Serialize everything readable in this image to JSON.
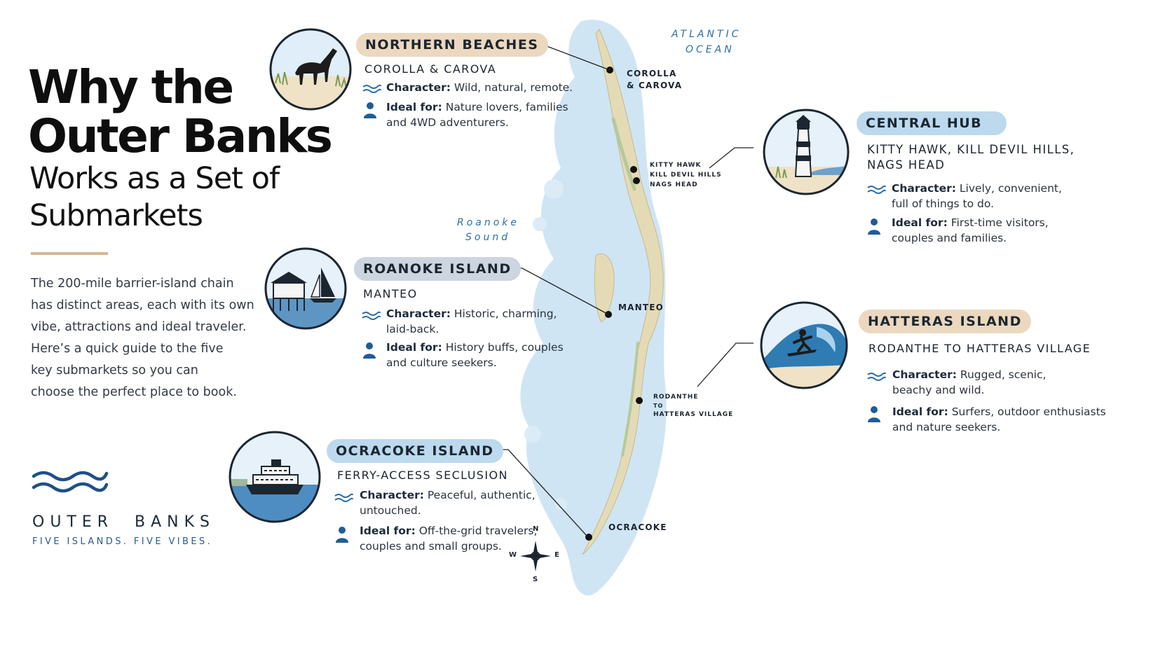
{
  "hero": {
    "title_line1": "Why the",
    "title_line2": "Outer Banks",
    "subtitle_line1": "Works as a Set of",
    "subtitle_line2": "Submarkets"
  },
  "intro": {
    "lines": [
      "The 200-mile barrier-island chain",
      "has distinct areas, each with its own",
      "vibe, attractions and ideal traveler.",
      "Here’s a quick guide to the five",
      "key submarkets so you can",
      "choose the perfect place to book."
    ]
  },
  "brand": {
    "name": "OUTER  BANKS",
    "tagline": "FIVE ISLANDS. FIVE VIBES.",
    "wave_icon": "waves-logo-icon"
  },
  "submarkets": [
    {
      "id": "northern-beaches",
      "title": "NORTHERN BEACHES",
      "area": "COROLLA & CAROVA",
      "character_label": "Character:",
      "character_lines": [
        "Wild, natural, remote."
      ],
      "ideal_label": "Ideal for:",
      "ideal_lines": [
        "Nature lovers, families",
        "and 4WD adventurers."
      ],
      "illustration": "wild-horse-illustration",
      "pill_color": "#ecd8bf"
    },
    {
      "id": "central-hub",
      "title": "CENTRAL HUB",
      "area_lines": [
        "KITTY HAWK, KILL DEVIL HILLS,",
        "NAGS HEAD"
      ],
      "character_label": "Character:",
      "character_lines": [
        "Lively, convenient,",
        "full of things to do."
      ],
      "ideal_label": "Ideal for:",
      "ideal_lines": [
        "First-time visitors,",
        "couples and families."
      ],
      "illustration": "lighthouse-illustration",
      "pill_color": "#bcd9ee"
    },
    {
      "id": "roanoke-island",
      "title": "ROANOKE ISLAND",
      "area": "MANTEO",
      "character_label": "Character:",
      "character_lines": [
        "Historic, charming,",
        "laid-back."
      ],
      "ideal_label": "Ideal for:",
      "ideal_lines": [
        "History buffs, couples",
        "and culture seekers."
      ],
      "illustration": "waterfront-sailboat-illustration",
      "pill_color": "#ccd5e0"
    },
    {
      "id": "hatteras-island",
      "title": "HATTERAS ISLAND",
      "area": "RODANTHE TO HATTERAS VILLAGE",
      "character_label": "Character:",
      "character_lines": [
        "Rugged, scenic,",
        "beachy and wild."
      ],
      "ideal_label": "Ideal for:",
      "ideal_lines": [
        "Surfers, outdoor enthusiasts",
        "and nature seekers."
      ],
      "illustration": "surfer-wave-illustration",
      "pill_color": "#ecd8bf"
    },
    {
      "id": "ocracoke-island",
      "title": "OCRACOKE ISLAND",
      "area": "FERRY-ACCESS SECLUSION",
      "character_label": "Character:",
      "character_lines": [
        "Peaceful, authentic,",
        "untouched."
      ],
      "ideal_label": "Ideal for:",
      "ideal_lines": [
        "Off-the-grid travelers,",
        "couples and small groups."
      ],
      "illustration": "ferry-boat-illustration",
      "pill_color": "#bcd9ee"
    }
  ],
  "map": {
    "water_labels": {
      "atlantic_1": "ATLANTIC",
      "atlantic_2": "OCEAN",
      "roanoke_1": "Roanoke",
      "roanoke_2": "Sound"
    },
    "place_labels": {
      "corolla_1": "COROLLA",
      "corolla_2": "& CAROVA",
      "kitty_hawk": "KITTY HAWK",
      "kill_devil_hills": "KILL DEVIL HILLS",
      "nags_head": "NAGS HEAD",
      "manteo": "MANTEO",
      "rodanthe": "RODANTHE",
      "to": "TO",
      "hatteras_village": "HATTERAS VILLAGE",
      "ocracoke": "OCRACOKE"
    },
    "compass": {
      "n": "N",
      "s": "S",
      "e": "E",
      "w": "W"
    },
    "colors": {
      "water": "#cfe5f4",
      "land": "#e4dbb6",
      "marsh": "#b8c99a",
      "accent": "#2b6ea4"
    }
  }
}
